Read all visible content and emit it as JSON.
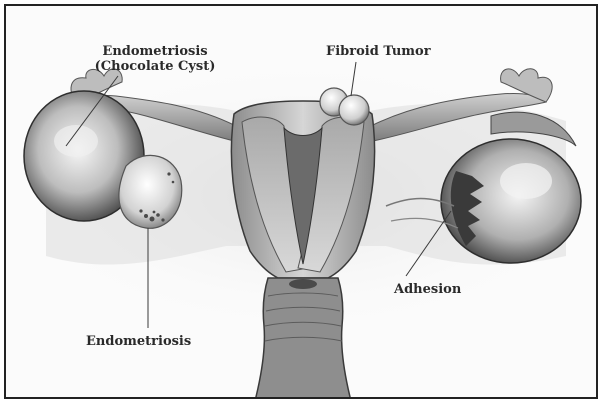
{
  "labels": {
    "endometriosis_cyst_line1": "Endometriosis",
    "endometriosis_cyst_line2": "(Chocolate Cyst)",
    "fibroid_tumor": "Fibroid Tumor",
    "adhesion": "Adhesion",
    "endometriosis": "Endometriosis"
  },
  "colors": {
    "border": "#222222",
    "background": "#fbfbfb",
    "tissue_light": "#e6e6e6",
    "tissue_mid": "#b5b5b5",
    "tissue_dark": "#5a5a5a",
    "label_text": "#2a2a2a"
  }
}
